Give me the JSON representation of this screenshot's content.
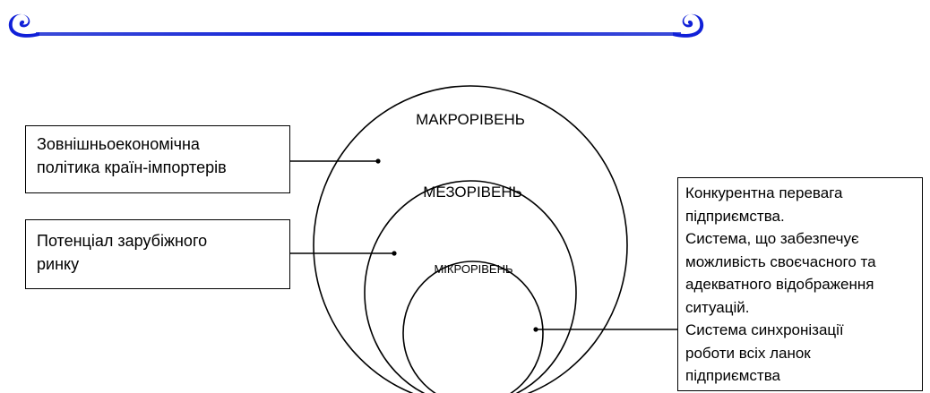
{
  "header": {
    "line_color": "#1020d8",
    "ornament": "wave-curl-ornament"
  },
  "levels": {
    "macro": "МАКРОРІВЕНЬ",
    "meso": "МЕЗОРІВЕНЬ",
    "micro": "МІКРОРІВЕНЬ"
  },
  "boxes": {
    "macro_factor": [
      "Зовнішньоекономічна",
      "політика країн-імпортерів"
    ],
    "meso_factor": [
      "Потенціал зарубіжного",
      "ринку"
    ],
    "micro_factors": [
      "Конкурентна перевага",
      "підприємства.",
      "Система, що забезпечує",
      "можливість своєчасного та",
      "адекватного відображення",
      "ситуацій.",
      "Система синхронізації",
      "роботи всіх ланок",
      "підприємства"
    ]
  }
}
